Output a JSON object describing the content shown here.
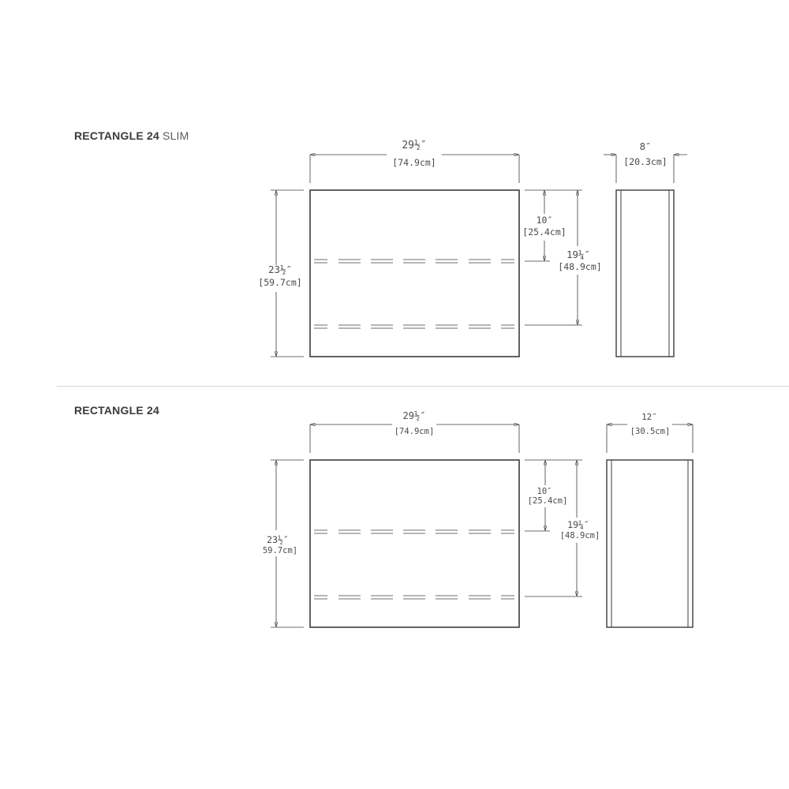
{
  "sections": [
    {
      "title_bold": "RECTANGLE 24",
      "title_light": "SLIM",
      "front": {
        "width_in": "29½″",
        "width_cm": "[74.9cm]",
        "height_in": "23½″",
        "height_cm": "[59.7cm]",
        "top_to_first_line_in": "10″",
        "top_to_first_line_cm": "[25.4cm]",
        "top_to_second_line_in": "19¼″",
        "top_to_second_line_cm": "[48.9cm]"
      },
      "side": {
        "depth_in": "8″",
        "depth_cm": "[20.3cm]"
      }
    },
    {
      "title_bold": "RECTANGLE 24",
      "title_light": "",
      "front": {
        "width_in": "29½″",
        "width_cm": "[74.9cm]",
        "height_in": "23½″",
        "height_cm": "59.7cm]",
        "top_to_first_line_in": "10″",
        "top_to_first_line_cm": "[25.4cm]",
        "top_to_second_line_in": "19¼″",
        "top_to_second_line_cm": "[48.9cm]"
      },
      "side": {
        "depth_in": "12″",
        "depth_cm": "[30.5cm]"
      }
    }
  ],
  "colors": {
    "line": "#3c3c3c",
    "groove": "#8a8a8a",
    "divider": "#d6d6d6",
    "text": "#4a4a4a"
  }
}
